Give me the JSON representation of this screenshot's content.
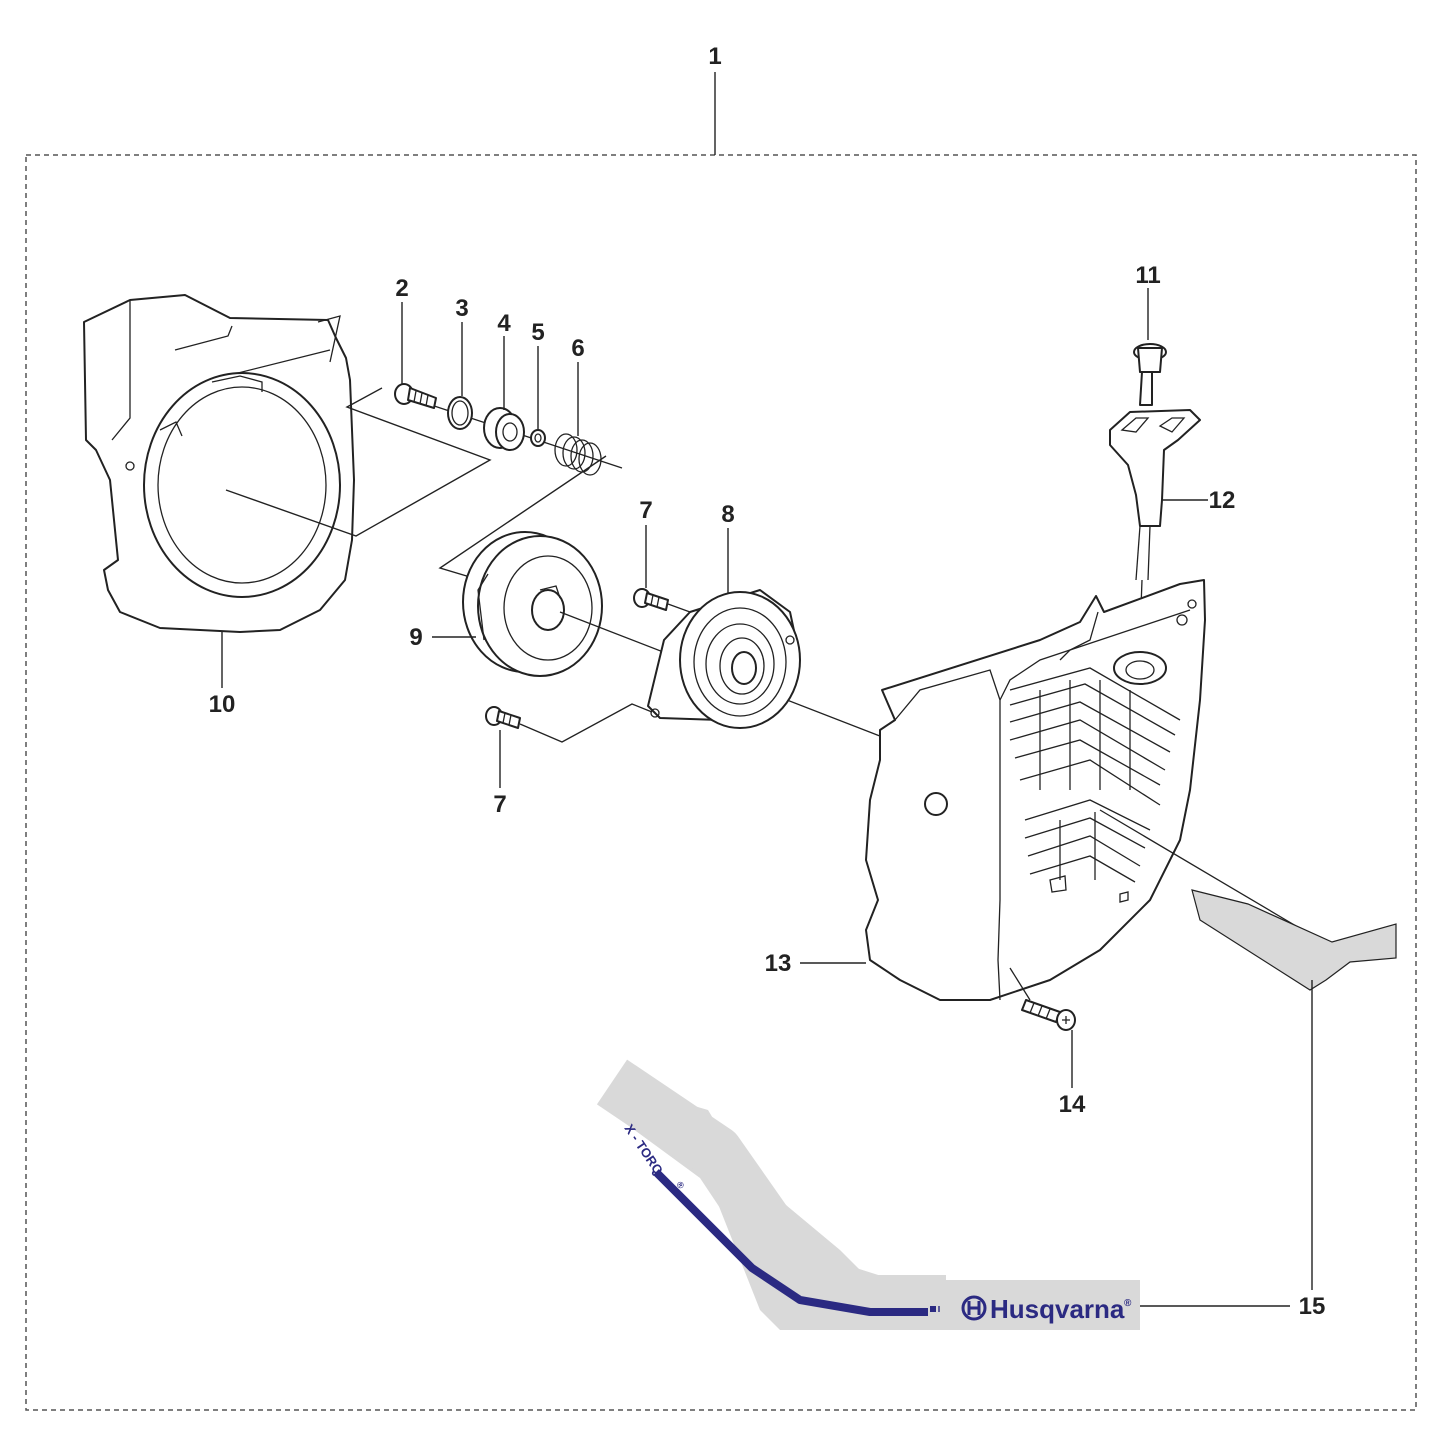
{
  "diagram": {
    "callouts": {
      "c1": "1",
      "c2": "2",
      "c3": "3",
      "c4": "4",
      "c5": "5",
      "c6": "6",
      "c7a": "7",
      "c7b": "7",
      "c8": "8",
      "c9": "9",
      "c10": "10",
      "c11": "11",
      "c12": "12",
      "c13": "13",
      "c14": "14",
      "c15": "15"
    },
    "decal": {
      "brand_text": "Husqvarna",
      "sub_text": "X - TORQ",
      "registered_mark": "®"
    },
    "colors": {
      "line": "#222222",
      "decal_fill": "#d9d9d9",
      "decal_stripe": "#2b2a82",
      "border": "#555555"
    }
  }
}
